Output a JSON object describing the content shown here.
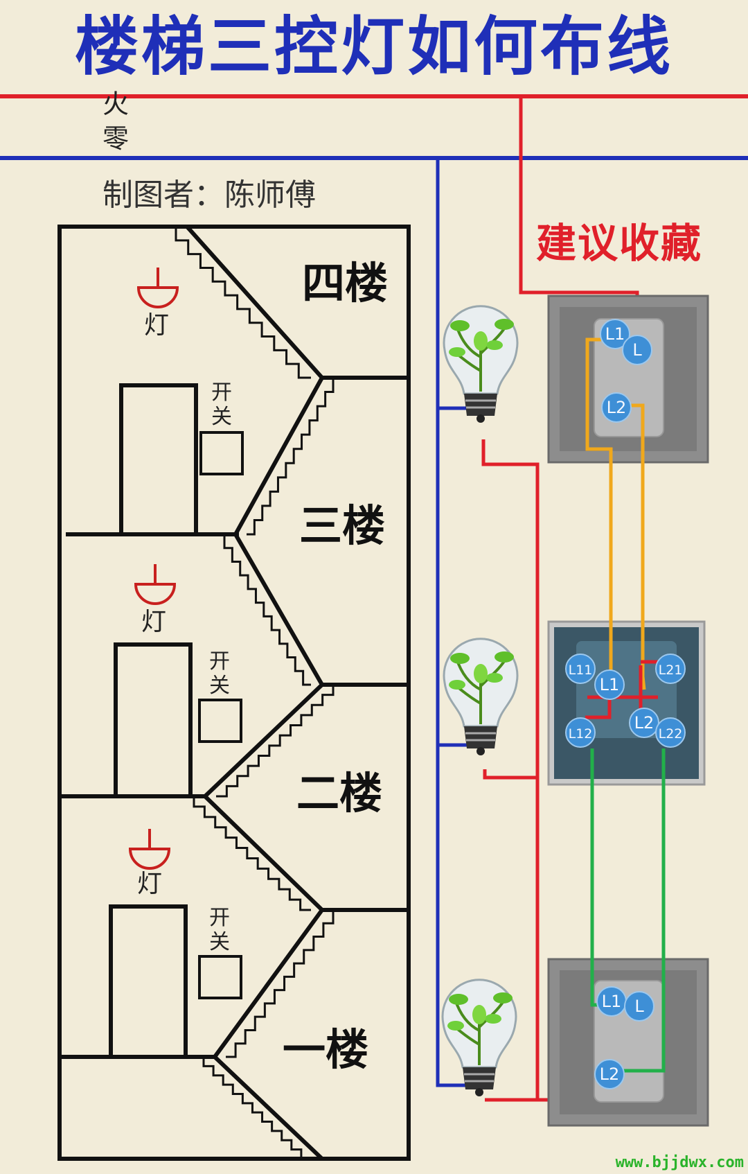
{
  "title": "楼梯三控灯如何布线",
  "author": "制图者：陈师傅",
  "stamp": "建议收藏",
  "site": "www.bjjdwx.com",
  "wires": {
    "live": "火",
    "neutral": "零"
  },
  "floors": [
    "四楼",
    "三楼",
    "二楼",
    "一楼"
  ],
  "lamp_label": "灯",
  "switch_label": [
    "开",
    "关"
  ],
  "switches": {
    "top": {
      "terminals": [
        "L1",
        "L",
        "L2"
      ]
    },
    "middle": {
      "terminals": [
        "L11",
        "L1",
        "L21",
        "L12",
        "L2",
        "L22"
      ]
    },
    "bottom": {
      "terminals": [
        "L1",
        "L",
        "L2"
      ]
    }
  },
  "colors": {
    "live": "#e0202a",
    "neutral": "#1f2fb8",
    "traveler_top": "#f0a81c",
    "traveler_bottom": "#22b04a",
    "title": "#1f2fb8",
    "background": "#f2ecd9"
  }
}
